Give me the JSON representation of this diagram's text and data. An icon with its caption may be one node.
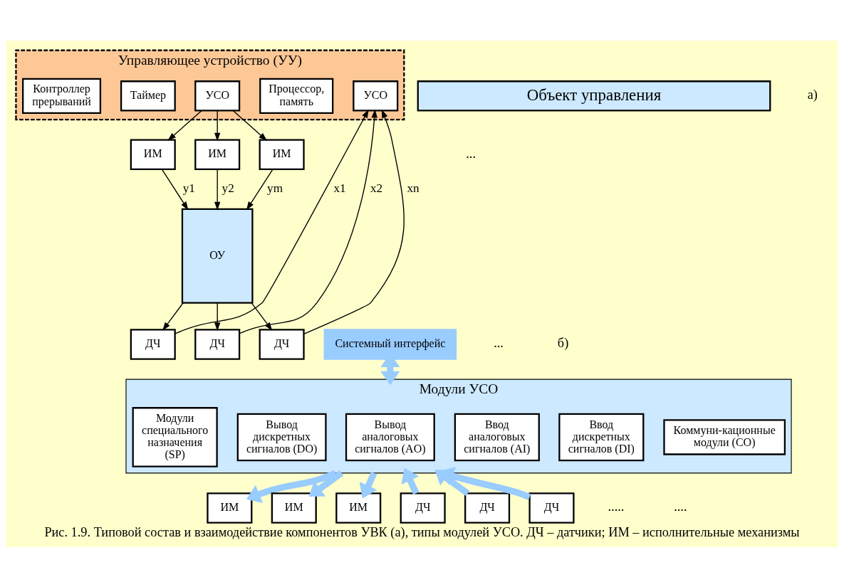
{
  "diagram": {
    "caption": "Рис. 1.9. Типовой состав и взаимодействие компонентов УВК (а), типы модулей УСО. ДЧ – датчики; ИМ – исполнительные механизмы",
    "nodes": [
      {
        "text": [
          "Управляющее устройство (УУ)"
        ]
      },
      {
        "text": [
          "УСО"
        ],
        "in": 0
      },
      {
        "text": [
          "Процессор, память"
        ],
        "in": 0
      },
      {
        "text": [
          "УСО"
        ],
        "in": 0
      },
      {
        "text": [
          "Таймер"
        ],
        "in": 0
      },
      {
        "text": [
          "Контроллер прерываний"
        ],
        "in": 0
      },
      {
        "text": [
          "ИМ"
        ]
      },
      {
        "text": [
          "ИМ"
        ]
      },
      {
        "text": [
          "ИМ"
        ]
      },
      {
        "text": [
          "ОУ"
        ]
      },
      {
        "text": [
          "ДЧ"
        ]
      },
      {
        "text": [
          "ДЧ"
        ]
      },
      {
        "text": [
          "ДЧ"
        ]
      },
      {
        "text": [
          "Системный интерфейс"
        ]
      },
      {
        "text": [
          "Модули УСО"
        ]
      },
      {
        "text": [
          "Коммуни-кационные модули (CO)"
        ],
        "in": 14
      },
      {
        "text": [
          "Ввод дискретных сигналов (DI)"
        ],
        "in": 14
      },
      {
        "text": [
          "Ввод аналоговых сигналов (AI)"
        ],
        "in": 14
      },
      {
        "text": [
          "Вывод аналоговых сигналов (AO)"
        ],
        "in": 14
      },
      {
        "text": [
          "Вывод дискретных сигналов (DO)"
        ],
        "in": 14
      },
      {
        "text": [
          "Модули специального назначения (SP)"
        ],
        "in": 14
      },
      {
        "text": [
          "ДЧ"
        ]
      },
      {
        "text": [
          "ДЧ"
        ]
      },
      {
        "text": [
          "ДЧ"
        ]
      },
      {
        "text": [
          "ИМ"
        ]
      },
      {
        "text": [
          "ИМ"
        ]
      },
      {
        "text": [
          "ИМ"
        ]
      },
      {
        "text": [
          "Объект управления"
        ]
      }
    ],
    "edges": [
      {
        "from": 3,
        "to": 6,
        "arrow": "to"
      },
      {
        "from": 3,
        "to": 7,
        "arrow": "to"
      },
      {
        "from": 3,
        "to": 8,
        "arrow": "to"
      },
      {
        "from": 6,
        "to": 9,
        "arrow": "to",
        "label": "y1"
      },
      {
        "from": 7,
        "to": 9,
        "arrow": "to",
        "label": "y2"
      },
      {
        "from": 8,
        "to": 9,
        "arrow": "to",
        "label": "ym"
      },
      {
        "from": 9,
        "to": 10,
        "arrow": "to"
      },
      {
        "from": 9,
        "to": 11,
        "arrow": "to"
      },
      {
        "from": 9,
        "to": 12,
        "arrow": "to"
      },
      {
        "from": 10,
        "to": 1,
        "arrow": "to",
        "label": "x1"
      },
      {
        "from": 11,
        "to": 1,
        "arrow": "to",
        "label": "x2"
      },
      {
        "from": 12,
        "to": 1,
        "arrow": "to",
        "label": "xn"
      },
      {
        "from": 13,
        "to": 14,
        "arrow": "both",
        "style": "thick",
        "color": "#99ccff"
      },
      {
        "from": 21,
        "to": 14,
        "arrow": "to",
        "style": "thick",
        "color": "#99ccff"
      },
      {
        "from": 22,
        "to": 14,
        "arrow": "to",
        "style": "thick",
        "color": "#99ccff"
      },
      {
        "from": 23,
        "to": 14,
        "arrow": "to",
        "style": "thick",
        "color": "#99ccff"
      },
      {
        "from": 14,
        "to": 24,
        "arrow": "to",
        "style": "thick",
        "color": "#99ccff"
      },
      {
        "from": 14,
        "to": 25,
        "arrow": "to",
        "style": "thick",
        "color": "#99ccff"
      },
      {
        "from": 14,
        "to": 26,
        "arrow": "to",
        "style": "thick",
        "color": "#99ccff"
      }
    ],
    "labels": [
      "а)",
      "...",
      "...",
      "б)",
      ".....",
      "...."
    ]
  }
}
